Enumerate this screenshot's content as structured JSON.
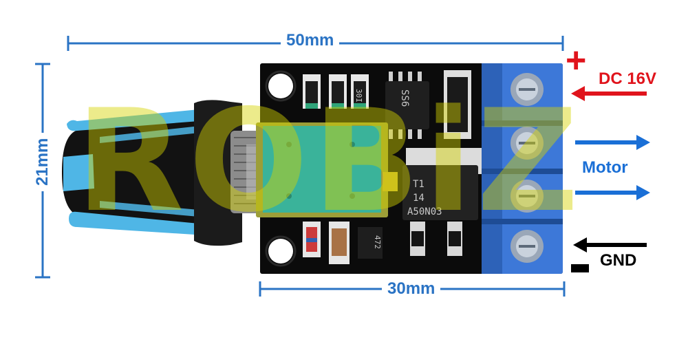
{
  "dimensions": {
    "width_top": "50mm",
    "height_left": "21mm",
    "width_bottom": "30mm"
  },
  "pins": {
    "power_label": "DC 16V",
    "motor_label": "Motor",
    "ground_label": "GND",
    "plus_sign": "+",
    "minus_sign": "-"
  },
  "watermark": {
    "text": "ROBiZ"
  },
  "components": {
    "ic_top_code": "30I",
    "ic_main_code": "SS6",
    "mosfet_code": "A50N03",
    "mosfet_line1": "T1",
    "mosfet_line2": "14",
    "resistor_code": "472"
  },
  "colors": {
    "dimension": "#2a73c4",
    "power_arrow": "#e0141c",
    "motor_arrow": "#1a6fd6",
    "ground_arrow": "#000000",
    "terminal_block": "#3d78d8",
    "pcb": "#0b0b0b",
    "knob_accent": "#4fb6e6",
    "potentiometer": "#3ab39a",
    "watermark": "#d6d400"
  }
}
